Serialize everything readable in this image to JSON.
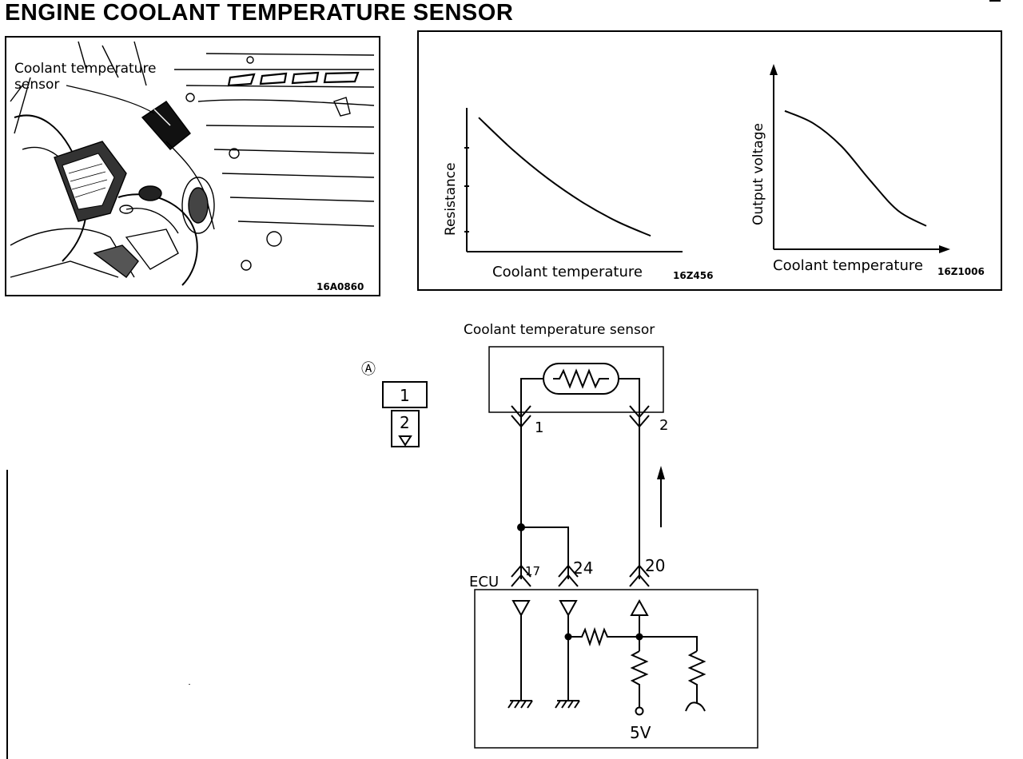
{
  "title": "ENGINE COOLANT TEMPERATURE SENSOR",
  "photo": {
    "label_line1": "Coolant temperature",
    "label_line2": "sensor",
    "code": "16A0860"
  },
  "charts": {
    "resistance": {
      "ylabel": "Resistance",
      "xlabel": "Coolant temperature",
      "code": "16Z456"
    },
    "voltage": {
      "ylabel": "Output voltage",
      "xlabel": "Coolant temperature",
      "code": "16Z1006"
    }
  },
  "chart_data": [
    {
      "type": "line",
      "title": "",
      "xlabel": "Coolant temperature",
      "ylabel": "Resistance",
      "series": [
        {
          "values": [
            [
              0.0,
              0.88
            ],
            [
              0.2,
              0.66
            ],
            [
              0.4,
              0.47
            ],
            [
              0.6,
              0.31
            ],
            [
              0.8,
              0.18
            ],
            [
              1.0,
              0.08
            ]
          ]
        }
      ]
    },
    {
      "type": "line",
      "title": "",
      "xlabel": "Coolant temperature",
      "ylabel": "Output voltage",
      "series": [
        {
          "values": [
            [
              0.0,
              0.85
            ],
            [
              0.2,
              0.77
            ],
            [
              0.4,
              0.62
            ],
            [
              0.6,
              0.4
            ],
            [
              0.8,
              0.2
            ],
            [
              1.0,
              0.1
            ]
          ]
        }
      ]
    }
  ],
  "schematic": {
    "sensor_title": "Coolant temperature sensor",
    "connector_marker": "Ⓐ",
    "connector_pins": [
      "1",
      "2"
    ],
    "sensor_pin_left": "1",
    "sensor_pin_right": "2",
    "ecu_label": "ECU",
    "ecu_pin_17": "17",
    "ecu_pin_24": "24",
    "ecu_pin_20": "20",
    "supply": "5V"
  }
}
